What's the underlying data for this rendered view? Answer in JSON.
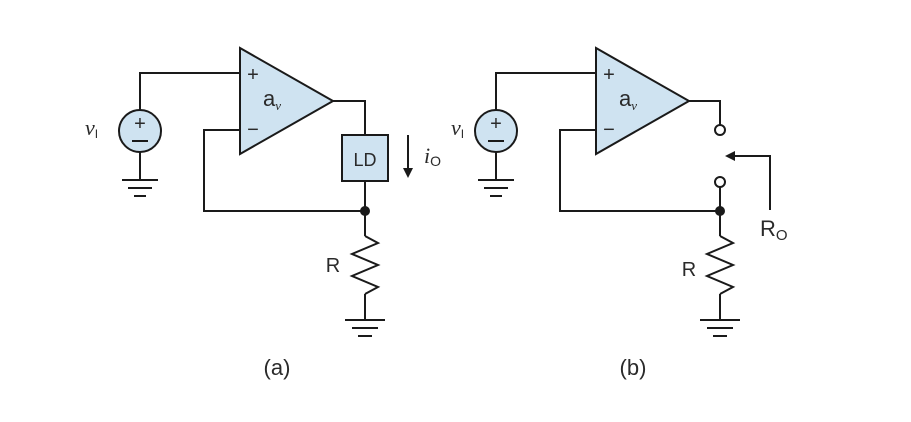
{
  "figure_a": {
    "caption": "(a)",
    "source_label": "v",
    "source_sub": "I",
    "amp_label": "a",
    "amp_sub": "v",
    "plus": "+",
    "minus": "−",
    "load_label": "LD",
    "current_label": "i",
    "current_sub": "O",
    "resistor_label": "R"
  },
  "figure_b": {
    "caption": "(b)",
    "source_label": "v",
    "source_sub": "I",
    "amp_label": "a",
    "amp_sub": "v",
    "plus": "+",
    "minus": "−",
    "resistor_label": "R",
    "output_res_label": "R",
    "output_res_sub": "O"
  },
  "colors": {
    "fill": "#cfe3f1",
    "wire": "#1a1a1a"
  }
}
